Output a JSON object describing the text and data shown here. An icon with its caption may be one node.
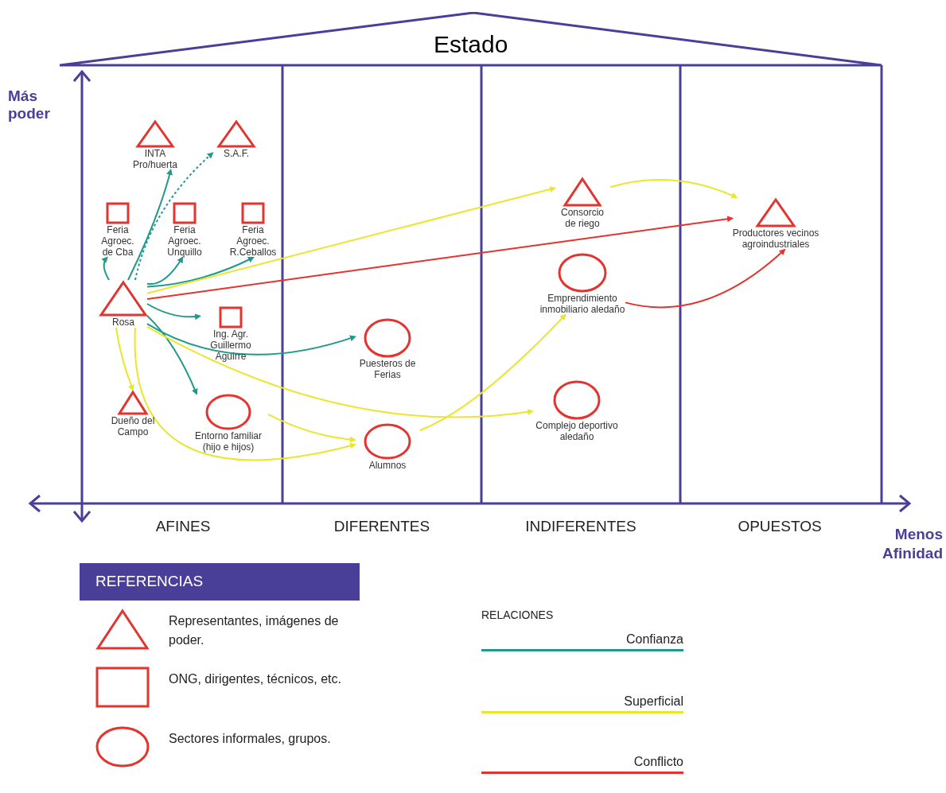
{
  "diagram": {
    "nodes": [
      {
        "text": [
          "Estado"
        ]
      },
      {
        "text": [
          "INTA Pro/huerta"
        ],
        "in": 0
      },
      {
        "text": [
          "S.A.F."
        ],
        "in": 0
      },
      {
        "text": [
          "Feria Agroec. de Cba"
        ],
        "in": 0
      },
      {
        "text": [
          "Feria Agroec. Unquillo"
        ],
        "in": 0
      },
      {
        "text": [
          "Feria Agroec. R.Ceballos"
        ],
        "in": 0
      },
      {
        "text": [
          "Rosa"
        ],
        "in": 0
      },
      {
        "text": [
          "Ing. Agr. Guillermo Aguirre"
        ],
        "in": 0
      },
      {
        "text": [
          "Dueño del Campo"
        ],
        "in": 0
      },
      {
        "text": [
          "Entorno familiar (hijo e hijos)"
        ],
        "in": 0
      },
      {
        "text": [
          "Puesteros de Ferias"
        ],
        "in": 0
      },
      {
        "text": [
          "Alumnos"
        ],
        "in": 0
      },
      {
        "text": [
          "Consorcio de riego"
        ],
        "in": 0
      },
      {
        "text": [
          "Emprendimiento inmobiliario aledaño"
        ],
        "in": 0
      },
      {
        "text": [
          "Complejo deportivo aledaño"
        ],
        "in": 0
      },
      {
        "text": [
          "Productores vecinos agroindustriales"
        ],
        "in": 0
      }
    ],
    "edges": [
      {
        "from": 6,
        "to": 1,
        "arrow": "to",
        "color": "#1f9a8c"
      },
      {
        "from": 6,
        "to": 2,
        "arrow": "to",
        "style": "dashed",
        "color": "#1f9a8c"
      },
      {
        "from": 6,
        "to": 3,
        "arrow": "to",
        "color": "#1f9a8c"
      },
      {
        "from": 6,
        "to": 4,
        "arrow": "to",
        "color": "#1f9a8c"
      },
      {
        "from": 6,
        "to": 5,
        "arrow": "to",
        "color": "#1f9a8c"
      },
      {
        "from": 6,
        "to": 7,
        "arrow": "to",
        "color": "#1f9a8c"
      },
      {
        "from": 6,
        "to": 9,
        "arrow": "to",
        "color": "#1f9a8c"
      },
      {
        "from": 6,
        "to": 10,
        "arrow": "to",
        "color": "#1f9a8c"
      },
      {
        "from": 6,
        "to": 12,
        "arrow": "to",
        "color": "#ece52e"
      },
      {
        "from": 6,
        "to": 8,
        "arrow": "to",
        "color": "#ece52e"
      },
      {
        "from": 6,
        "to": 11,
        "arrow": "to",
        "color": "#ece52e"
      },
      {
        "from": 6,
        "to": 14,
        "arrow": "to",
        "color": "#ece52e"
      },
      {
        "from": 9,
        "to": 11,
        "arrow": "to",
        "color": "#ece52e"
      },
      {
        "from": 11,
        "to": 13,
        "arrow": "to",
        "color": "#ece52e"
      },
      {
        "from": 12,
        "to": 15,
        "arrow": "to",
        "color": "#ece52e"
      },
      {
        "from": 6,
        "to": 15,
        "arrow": "to",
        "color": "#e3342f"
      },
      {
        "from": 13,
        "to": 15,
        "arrow": "to",
        "color": "#e3342f"
      }
    ],
    "labels": [
      "Más poder",
      "AFINES",
      "DIFERENTES",
      "INDIFERENTES",
      "OPUESTOS",
      "Menos Afinidad",
      "REFERENCIAS",
      "RELACIONES"
    ],
    "legend": [
      {
        "text": "Representantes, imágenes de poder."
      },
      {
        "text": "ONG, dirigentes, técnicos, etc."
      },
      {
        "text": "Sectores informales, grupos."
      },
      {
        "text": "Confianza",
        "color": "#1f9a8c"
      },
      {
        "text": "Superficial",
        "color": "#ece52e"
      },
      {
        "text": "Conflicto",
        "color": "#e3342f"
      }
    ]
  }
}
